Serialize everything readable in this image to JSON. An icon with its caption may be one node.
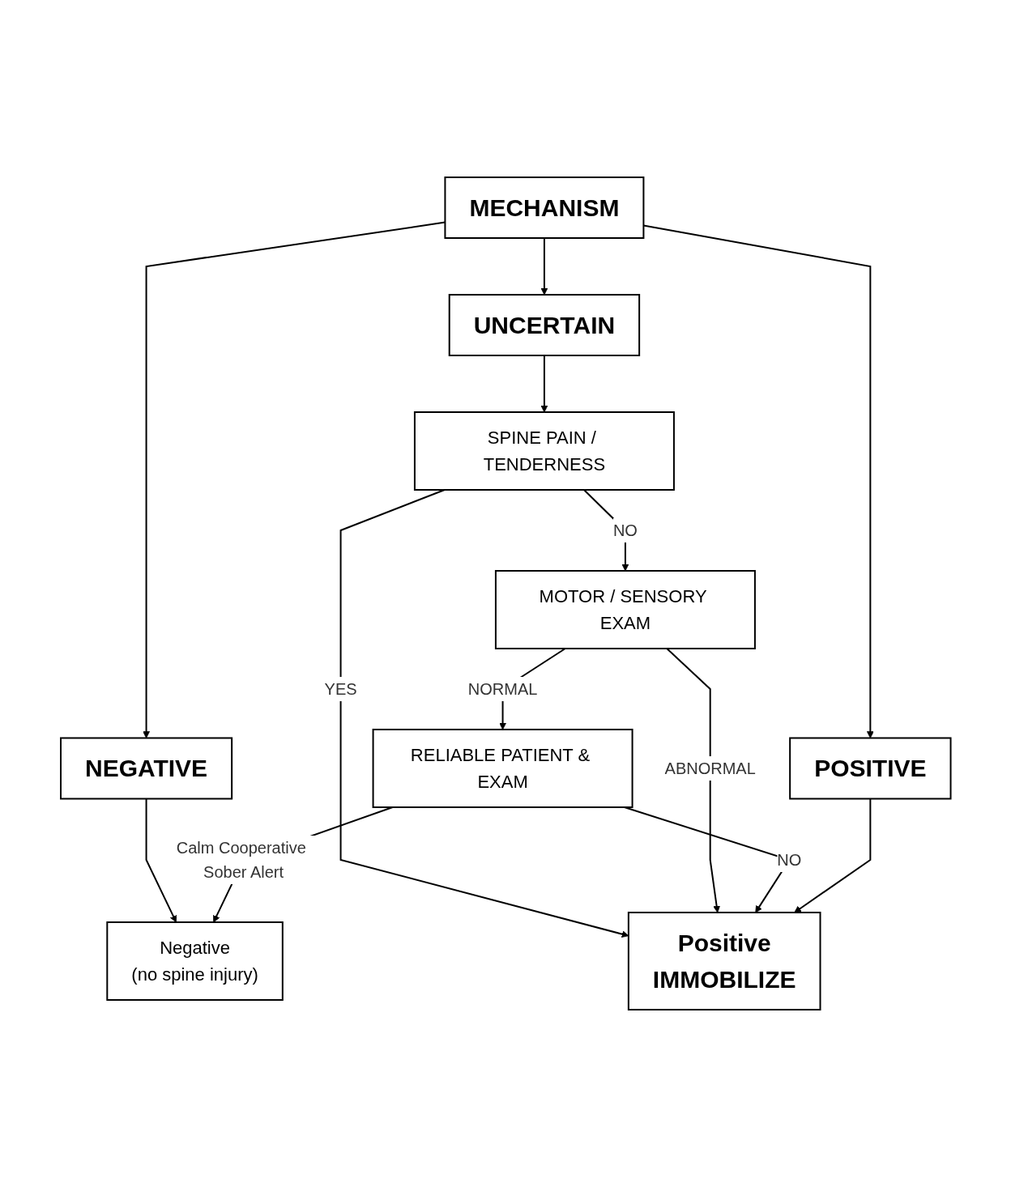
{
  "diagram": {
    "nodes": [
      {
        "text": [
          "MECHANISM"
        ]
      },
      {
        "text": [
          "NEGATIVE"
        ]
      },
      {
        "text": [
          "UNCERTAIN"
        ]
      },
      {
        "text": [
          "POSITIVE"
        ]
      },
      {
        "text": [
          "SPINE PAIN / TENDERNESS"
        ]
      },
      {
        "text": [
          "MOTOR / SENSORY EXAM"
        ]
      },
      {
        "text": [
          "RELIABLE PATIENT & EXAM"
        ]
      },
      {
        "text": [
          "Negative",
          "(no spine injury)"
        ]
      },
      {
        "text": [
          "Positive",
          "IMMOBILIZE"
        ]
      }
    ],
    "edges": [
      {
        "from": 0,
        "to": 1,
        "arrow": "to"
      },
      {
        "from": 0,
        "to": 2,
        "arrow": "to"
      },
      {
        "from": 0,
        "to": 3,
        "arrow": "to"
      },
      {
        "from": 1,
        "to": 7,
        "arrow": "to"
      },
      {
        "from": 2,
        "to": 4,
        "arrow": "to"
      },
      {
        "from": 4,
        "to": 8,
        "arrow": "to",
        "label": "YES"
      },
      {
        "from": 4,
        "to": 5,
        "arrow": "to",
        "label": "NO"
      },
      {
        "from": 5,
        "to": 8,
        "arrow": "to",
        "label": "ABNORMAL"
      },
      {
        "from": 5,
        "to": 6,
        "arrow": "to",
        "label": "NORMAL"
      },
      {
        "from": 6,
        "to": 8,
        "arrow": "to",
        "label": "NO"
      },
      {
        "from": 6,
        "to": 7,
        "arrow": "to",
        "label": "Calm Cooperative Sober Alert"
      },
      {
        "from": 3,
        "to": 8,
        "arrow": "to"
      }
    ]
  }
}
